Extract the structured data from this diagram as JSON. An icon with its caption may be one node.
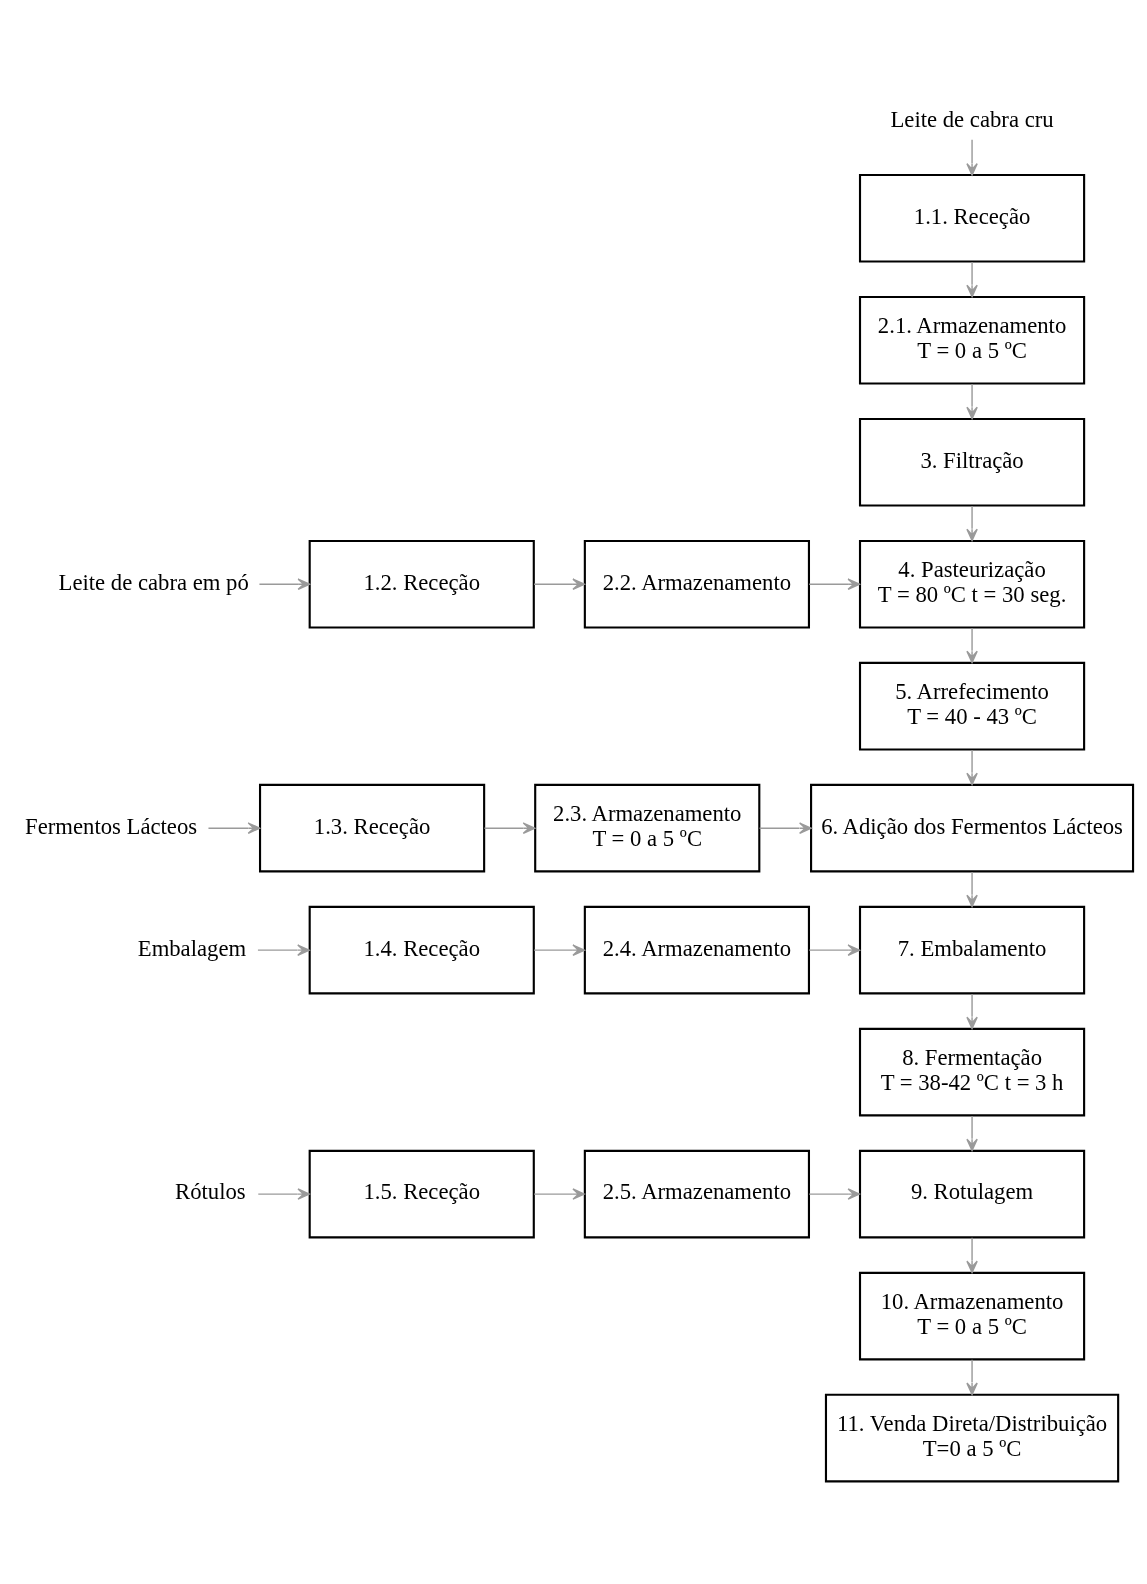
{
  "diagram": {
    "nodes": [
      {
        "text": [
          "Leite de cabra cru"
        ]
      },
      {
        "text": [
          "1.1. Receção"
        ]
      },
      {
        "text": [
          "2.1. Armazenamento",
          "T = 0 a 5 ºC"
        ]
      },
      {
        "text": [
          "3. Filtração"
        ]
      },
      {
        "text": [
          "4. Pasteurização",
          "T = 80 ºC t = 30 seg."
        ]
      },
      {
        "text": [
          "5. Arrefecimento",
          "T = 40 - 43 ºC"
        ]
      },
      {
        "text": [
          "6. Adição dos Fermentos Lácteos"
        ]
      },
      {
        "text": [
          "7. Embalamento"
        ]
      },
      {
        "text": [
          "8. Fermentação",
          "T = 38-42 ºC t = 3 h"
        ]
      },
      {
        "text": [
          "9. Rotulagem"
        ]
      },
      {
        "text": [
          "10. Armazenamento",
          "T = 0 a 5 ºC"
        ]
      },
      {
        "text": [
          "11. Venda Direta/Distribuição",
          "T=0 a 5 ºC"
        ]
      },
      {
        "text": [
          "Leite de cabra em pó"
        ]
      },
      {
        "text": [
          "1.2. Receção"
        ]
      },
      {
        "text": [
          "2.2. Armazenamento"
        ]
      },
      {
        "text": [
          "Fermentos Lácteos"
        ]
      },
      {
        "text": [
          "1.3. Receção"
        ]
      },
      {
        "text": [
          "2.3. Armazenamento",
          "T = 0 a 5 ºC"
        ]
      },
      {
        "text": [
          "Embalagem"
        ]
      },
      {
        "text": [
          "1.4. Receção"
        ]
      },
      {
        "text": [
          "2.4. Armazenamento"
        ]
      },
      {
        "text": [
          "Rótulos"
        ]
      },
      {
        "text": [
          "1.5. Receção"
        ]
      },
      {
        "text": [
          "2.5. Armazenamento"
        ]
      }
    ],
    "edges": [
      {
        "from": 0,
        "to": 1,
        "arrow": "to"
      },
      {
        "from": 1,
        "to": 2,
        "arrow": "to"
      },
      {
        "from": 2,
        "to": 3,
        "arrow": "to"
      },
      {
        "from": 3,
        "to": 4,
        "arrow": "to"
      },
      {
        "from": 4,
        "to": 5,
        "arrow": "to"
      },
      {
        "from": 5,
        "to": 6,
        "arrow": "to"
      },
      {
        "from": 6,
        "to": 7,
        "arrow": "to"
      },
      {
        "from": 7,
        "to": 8,
        "arrow": "to"
      },
      {
        "from": 8,
        "to": 9,
        "arrow": "to"
      },
      {
        "from": 9,
        "to": 10,
        "arrow": "to"
      },
      {
        "from": 10,
        "to": 11,
        "arrow": "to"
      },
      {
        "from": 12,
        "to": 13,
        "arrow": "to"
      },
      {
        "from": 13,
        "to": 14,
        "arrow": "to"
      },
      {
        "from": 14,
        "to": 4,
        "arrow": "to"
      },
      {
        "from": 15,
        "to": 16,
        "arrow": "to"
      },
      {
        "from": 16,
        "to": 17,
        "arrow": "to"
      },
      {
        "from": 17,
        "to": 6,
        "arrow": "to"
      },
      {
        "from": 18,
        "to": 19,
        "arrow": "to"
      },
      {
        "from": 19,
        "to": 20,
        "arrow": "to"
      },
      {
        "from": 20,
        "to": 7,
        "arrow": "to"
      },
      {
        "from": 21,
        "to": 22,
        "arrow": "to"
      },
      {
        "from": 22,
        "to": 23,
        "arrow": "to"
      },
      {
        "from": 23,
        "to": 9,
        "arrow": "to"
      }
    ]
  }
}
